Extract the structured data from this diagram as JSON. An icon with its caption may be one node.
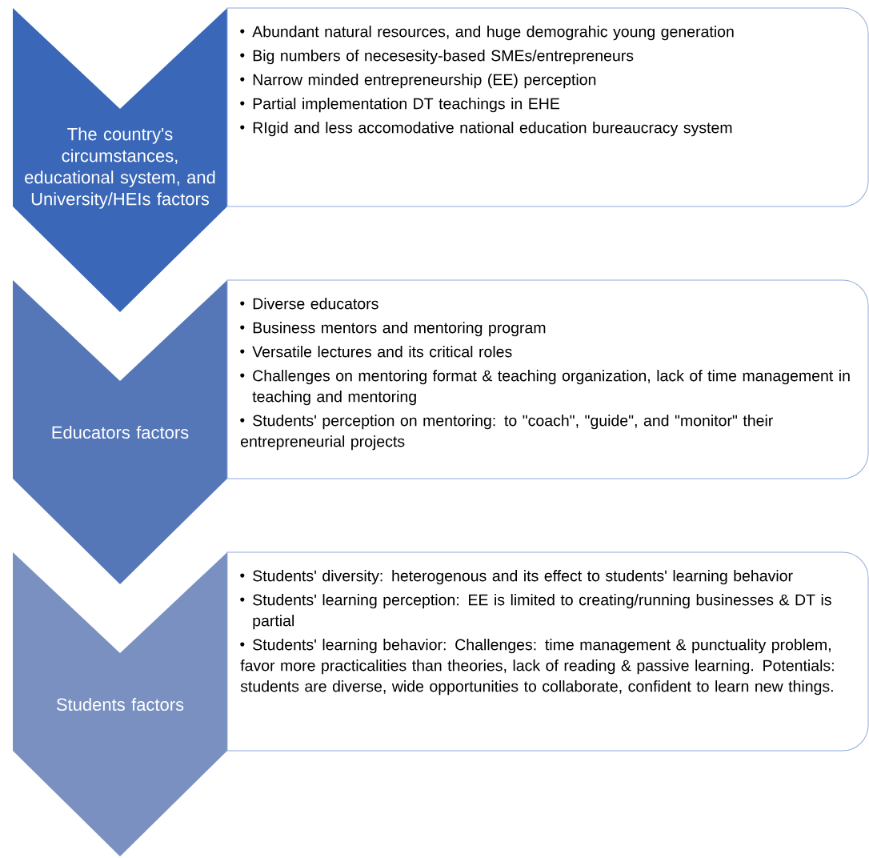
{
  "diagram": {
    "nodes": [
      {
        "text": [
          "The country's circumstances, educational system, and University/HEIs factors"
        ]
      },
      {
        "text": [
          "Abundant natural resources, and huge demograhic young generation",
          "Big numbers of necesesity-based SMEs/entrepreneurs",
          "Narrow minded entrepreneurship (EE) perception",
          "Partial implementation DT teachings in EHE",
          "RIgid and less accomodative national education bureaucracy system"
        ]
      },
      {
        "text": [
          "Educators factors"
        ]
      },
      {
        "text": [
          "Diverse educators",
          "Business mentors and mentoring program",
          "Versatile lectures and its critical roles",
          "Challenges on mentoring format & teaching organization, lack of time management in teaching and mentoring",
          "Students' perception on mentoring: to \"coach\", \"guide\", and \"monitor\" their entrepreneurial projects"
        ]
      },
      {
        "text": [
          "Students factors"
        ]
      },
      {
        "text": [
          "Students' diversity: heterogenous and its effect to students' learning behavior",
          "Students' learning perception: EE is limited to creating/running businesses & DT is partial",
          "Students' learning behavior: Challenges: time management & punctuality problem, favor more practicalities than theories, lack of reading & passive learning. Potentials: students are diverse, wide opportunities to collaborate, confident to learn new things."
        ]
      }
    ]
  }
}
